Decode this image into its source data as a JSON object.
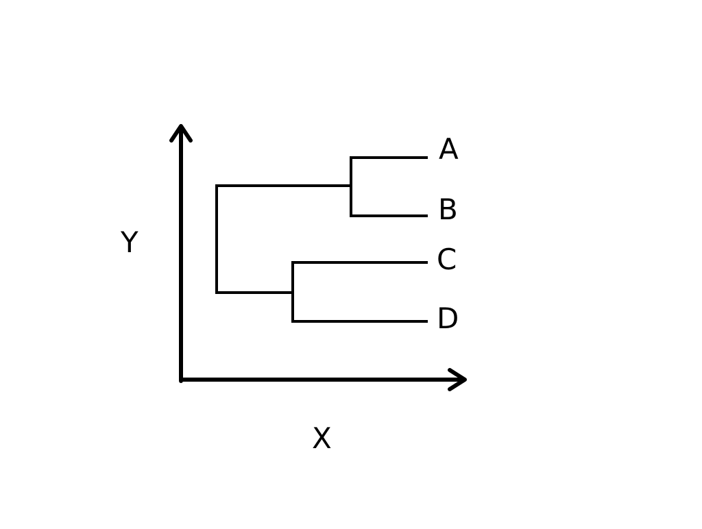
{
  "axes": {
    "y_label": "Y",
    "x_label": "X"
  },
  "tree": {
    "leaves": [
      "A",
      "B",
      "C",
      "D"
    ],
    "clades": [
      [
        "A",
        "B"
      ],
      [
        "C",
        "D"
      ],
      [
        [
          "A",
          "B"
        ],
        [
          "C",
          "D"
        ]
      ]
    ]
  },
  "colors": {
    "lines": "#000000",
    "background": "#ffffff"
  }
}
